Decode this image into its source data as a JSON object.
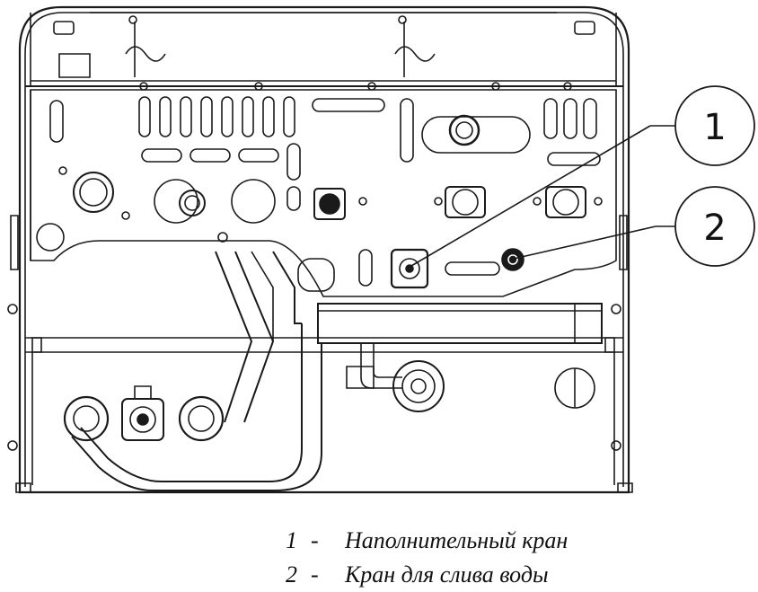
{
  "callouts": [
    {
      "number": "1"
    },
    {
      "number": "2"
    }
  ],
  "legend": [
    {
      "number": "1",
      "dash": "-",
      "text": "Наполнительный кран"
    },
    {
      "number": "2",
      "dash": "-",
      "text": "Кран для слива воды"
    }
  ]
}
